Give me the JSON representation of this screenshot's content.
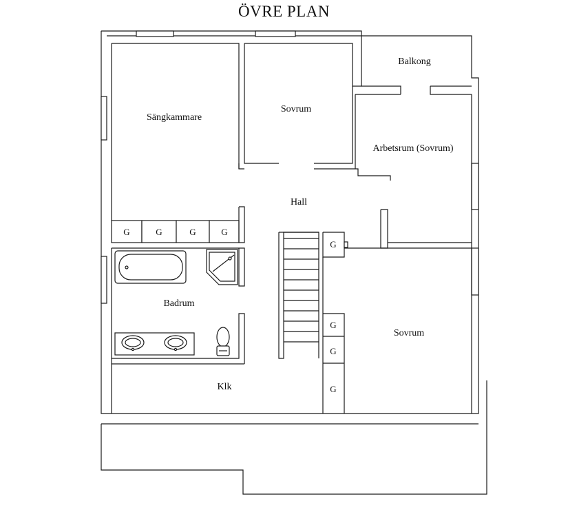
{
  "title": "ÖVRE PLAN",
  "rooms": {
    "sangkammare": "Sängkammare",
    "sovrum_top": "Sovrum",
    "balkong": "Balkong",
    "arbetsrum": "Arbetsrum (Sovrum)",
    "hall": "Hall",
    "badrum": "Badrum",
    "sovrum_right": "Sovrum",
    "klk": "Klk"
  },
  "closets": [
    "G",
    "G",
    "G",
    "G",
    "G",
    "G",
    "G",
    "G"
  ],
  "icons": [
    "bathtub-icon",
    "shower-icon",
    "sink-icon",
    "toilet-icon",
    "staircase-icon"
  ]
}
